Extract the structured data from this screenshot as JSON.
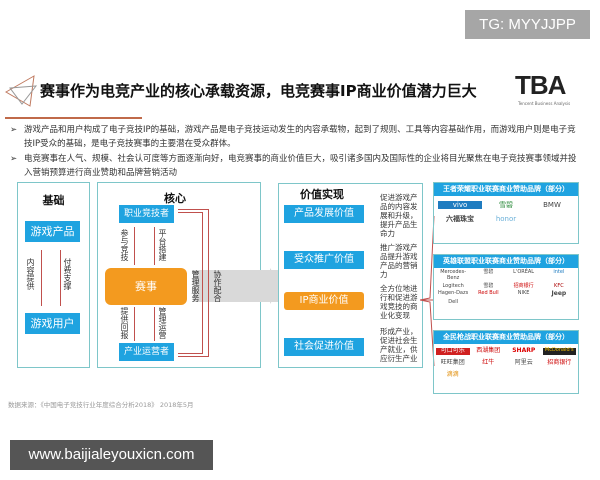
{
  "badge": "TG: MYYJJPP",
  "watermark": "www.baijialeyouxicn.com",
  "title": "赛事作为电竞产业的核心承载资源，电竞赛事IP商业价值潜力巨大",
  "logo": {
    "text": "TBA",
    "sub": "Tencent Business Analysis"
  },
  "bullets": [
    "游戏产品和用户构成了电子竞技IP的基础，游戏产品是电子竞技运动发生的内容承载物，起到了规则、工具等内容基础作用，而游戏用户则是电子竞技IP受众的基础，是电子竞技赛事的主要潜在受众群体。",
    "电竞赛事在人气、规模、社会认可度等方面逐渐向好，电竞赛事的商业价值巨大，吸引诸多国内及国际性的企业将目光聚焦在电子竞技赛事领域并投入营销预算进行商业赞助和品牌营销活动"
  ],
  "foundation": {
    "title": "基础",
    "product": "游戏产品",
    "users": "游戏用户",
    "down": "内容提供",
    "up": "付费支撑"
  },
  "core": {
    "title": "核心",
    "players": "职业竞技者",
    "event": "赛事",
    "operators": "产业运营者",
    "participate": "参与竞技",
    "platform": "平台搭建",
    "return": "提供回报",
    "manage_ops": "管理运营",
    "manage_service": "管理服务",
    "cooperate": "协作配合"
  },
  "value": {
    "title": "价值实现",
    "items": [
      {
        "label": "产品发展价值",
        "desc": "促进游戏产品的内容发展和升级，提升产品生命力"
      },
      {
        "label": "受众推广价值",
        "desc": "推广游戏产品提升游戏产品的营销力"
      },
      {
        "label": "IP商业价值",
        "desc": "全方位地进行和促进游戏竞技的商业化变现"
      },
      {
        "label": "社会促进价值",
        "desc": "形成产业，促进社会生产就业，供应衍生产业"
      }
    ]
  },
  "sponsors": [
    {
      "title": "王者荣耀职业联赛商业赞助品牌（部分）",
      "brands": [
        "vivo",
        "雪碧",
        "BMW",
        "六福珠宝",
        "honor"
      ]
    },
    {
      "title": "英雄联盟职业联赛商业赞助品牌（部分）",
      "brands": [
        "Mercedes-Benz",
        "雪碧",
        "L'ORÉAL",
        "intel",
        "Logitech",
        "雪碧",
        "招商银行",
        "KFC",
        "Hagen-Dazs",
        "Red Bull",
        "NIKE",
        "Jeep",
        "Dell"
      ]
    },
    {
      "title": "全民枪战职业联赛商业赞助品牌（部分）",
      "brands": [
        "可口可乐",
        "西湖集团",
        "SHARP",
        "McDonald's",
        "旺旺集团",
        "红牛",
        "阿里云",
        "招商银行",
        "滴滴"
      ]
    }
  ],
  "source": "数据来源：《中国电子竞技行业年度综合分析2018》 2018年5月",
  "colors": {
    "blue": "#1fa3e0",
    "orange": "#f39a1f",
    "border": "#7ec6c9",
    "arrow": "#c0504d"
  }
}
